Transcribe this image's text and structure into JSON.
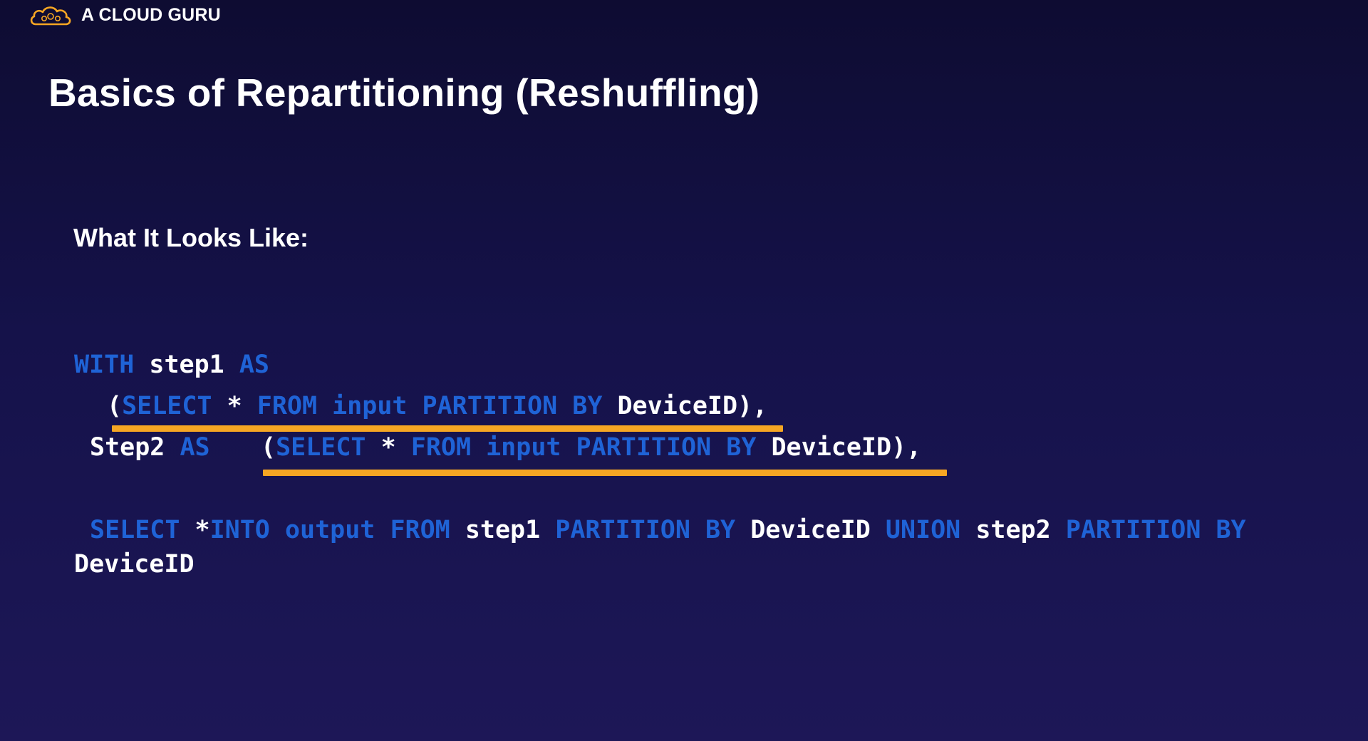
{
  "brand": {
    "logo_icon": "cloud-icon",
    "name": "A CLOUD GURU"
  },
  "slide": {
    "title": "Basics of Repartitioning (Reshuffling)",
    "subtitle": "What It Looks Like:"
  },
  "colors": {
    "keyword": "#1f63d6",
    "identifier": "#ffffff",
    "highlight": "#f6a623",
    "background_top": "#0e0c32",
    "background_bottom": "#1d1757"
  },
  "code": {
    "line1": {
      "kw1": "WITH",
      "id1": "step1",
      "kw2": "AS"
    },
    "line2": {
      "paren": "(",
      "kw1": "SELECT",
      "star": "*",
      "kw2": "FROM input PARTITION BY",
      "id1": "DeviceID),"
    },
    "line3": {
      "id1": "Step2",
      "kw1": "AS",
      "paren": "(",
      "kw2": "SELECT",
      "star": "*",
      "kw3": "FROM input PARTITION BY",
      "id2": "DeviceID),"
    },
    "line4": {
      "kw1": "SELECT",
      "star": "*",
      "kw2": "INTO output FROM",
      "id1": "step1",
      "kw3": "PARTITION BY",
      "id2": "DeviceID",
      "kw4": "UNION",
      "id3": "step2",
      "kw5": "PARTITION BY"
    },
    "line5": {
      "id1": "DeviceID"
    }
  }
}
